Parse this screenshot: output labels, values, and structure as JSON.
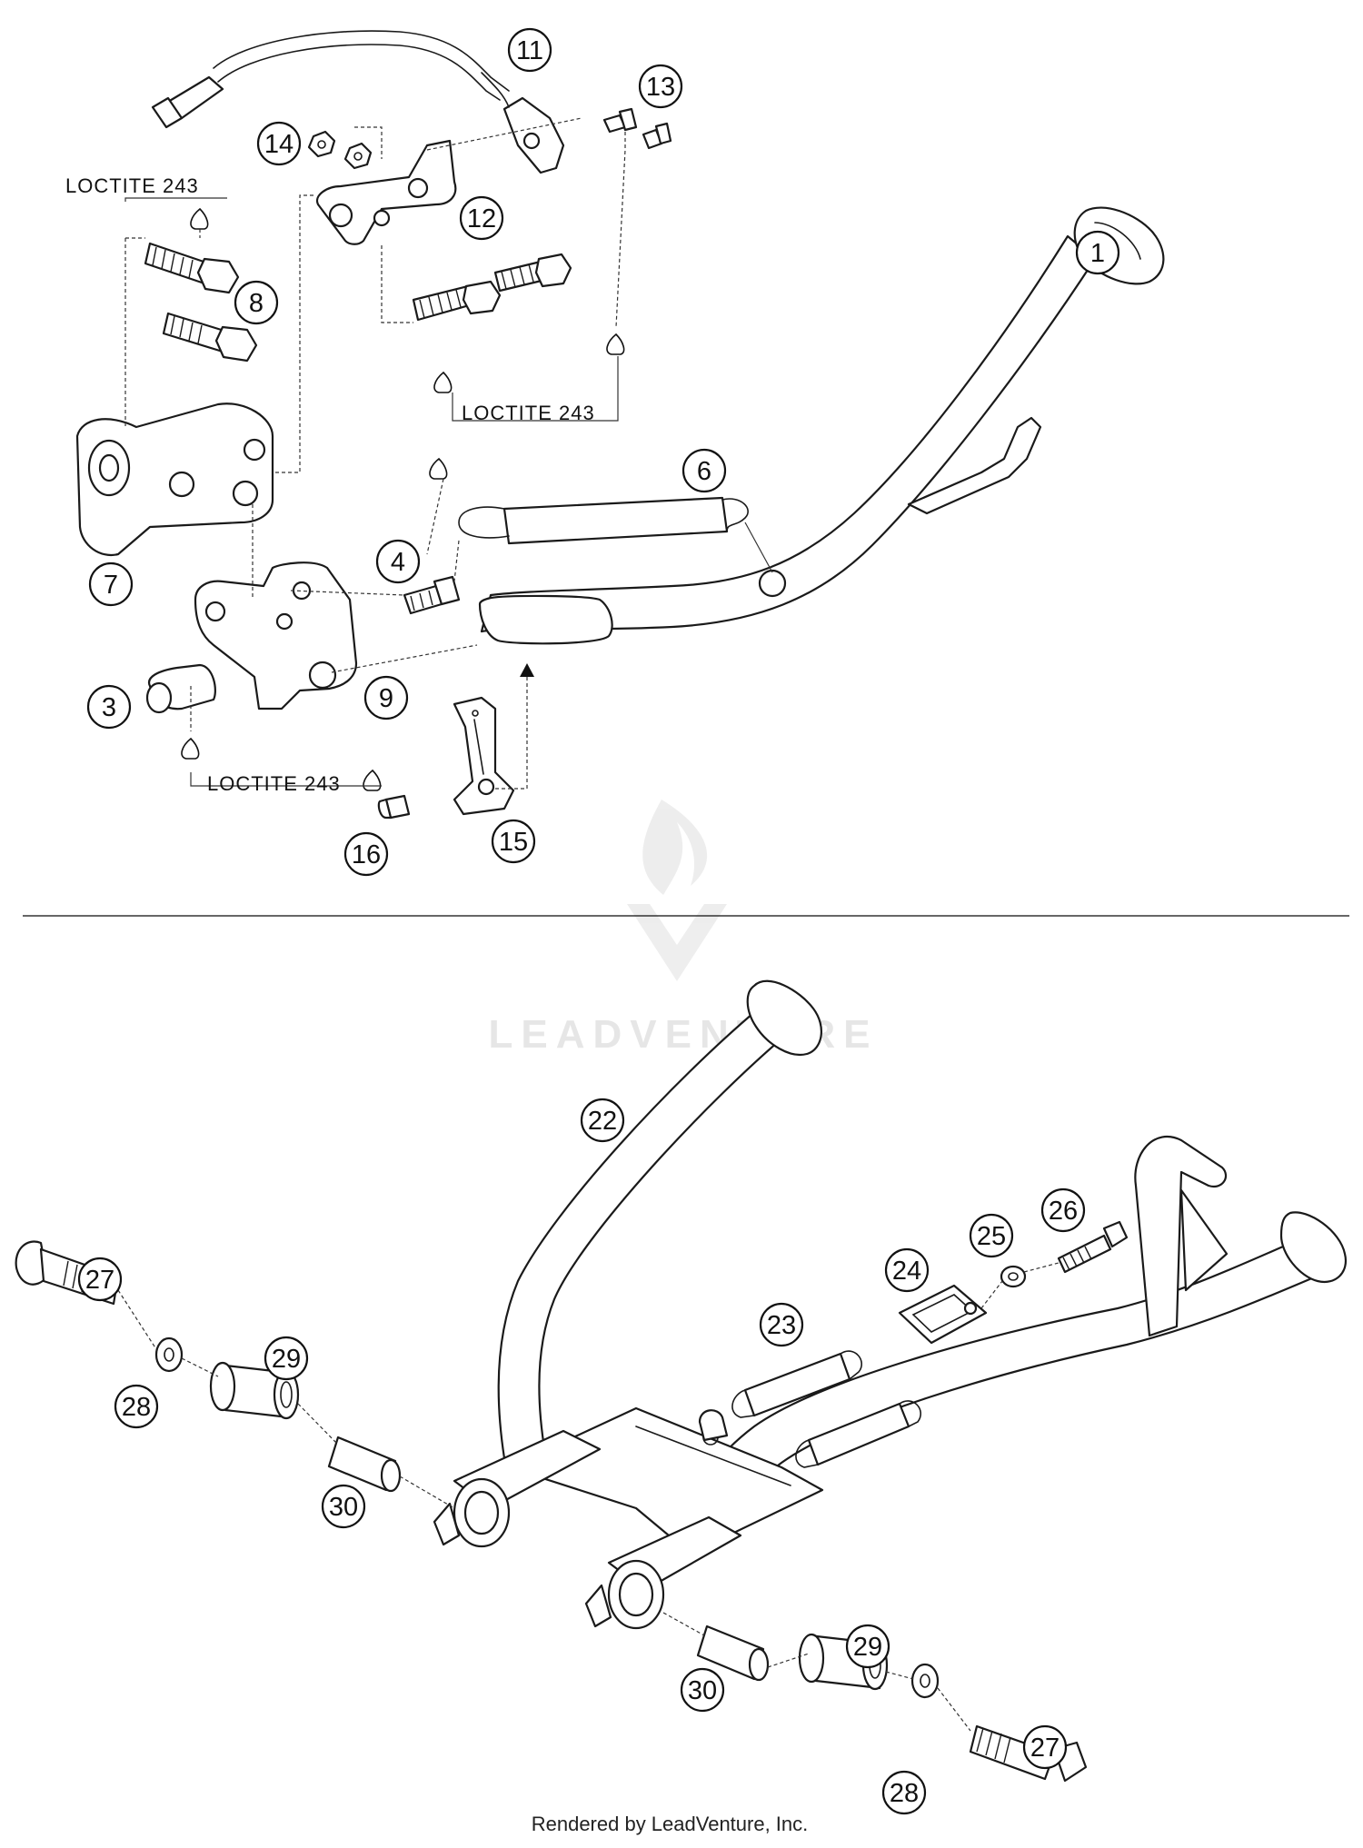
{
  "watermark": "LEADVENTURE",
  "footer": "Rendered by LeadVenture, Inc.",
  "loctite_label": "LOCTITE 243",
  "callouts": {
    "c1": "1",
    "c3": "3",
    "c4": "4",
    "c6": "6",
    "c7": "7",
    "c8": "8",
    "c9": "9",
    "c11": "11",
    "c12": "12",
    "c13": "13",
    "c14": "14",
    "c15": "15",
    "c16": "16",
    "c22": "22",
    "c23": "23",
    "c24": "24",
    "c25": "25",
    "c26": "26",
    "c27a": "27",
    "c27b": "27",
    "c28a": "28",
    "c28b": "28",
    "c29a": "29",
    "c29b": "29",
    "c30a": "30",
    "c30b": "30"
  },
  "colors": {
    "line": "#1a1a1a",
    "watermark": "#e6e6e6"
  }
}
